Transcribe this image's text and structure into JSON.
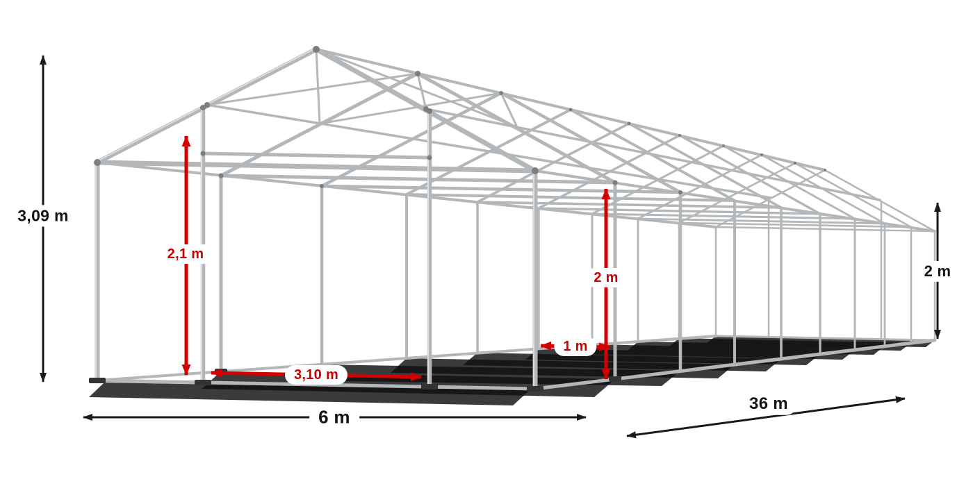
{
  "diagram": {
    "type": "tent-frame-dimension-drawing",
    "colors": {
      "dimension_red": "#d40000",
      "dimension_black": "#1a1a1a",
      "frame_steel": "#b3b7b9"
    },
    "labels": {
      "ridge_height": "3,09 m",
      "entrance_height": "2,1 m",
      "entrance_width": "3,10 m",
      "pole_spacing": "1 m",
      "side_height_mid": "2 m",
      "side_height_rear": "2 m",
      "width": "6 m",
      "length": "36 m"
    }
  }
}
